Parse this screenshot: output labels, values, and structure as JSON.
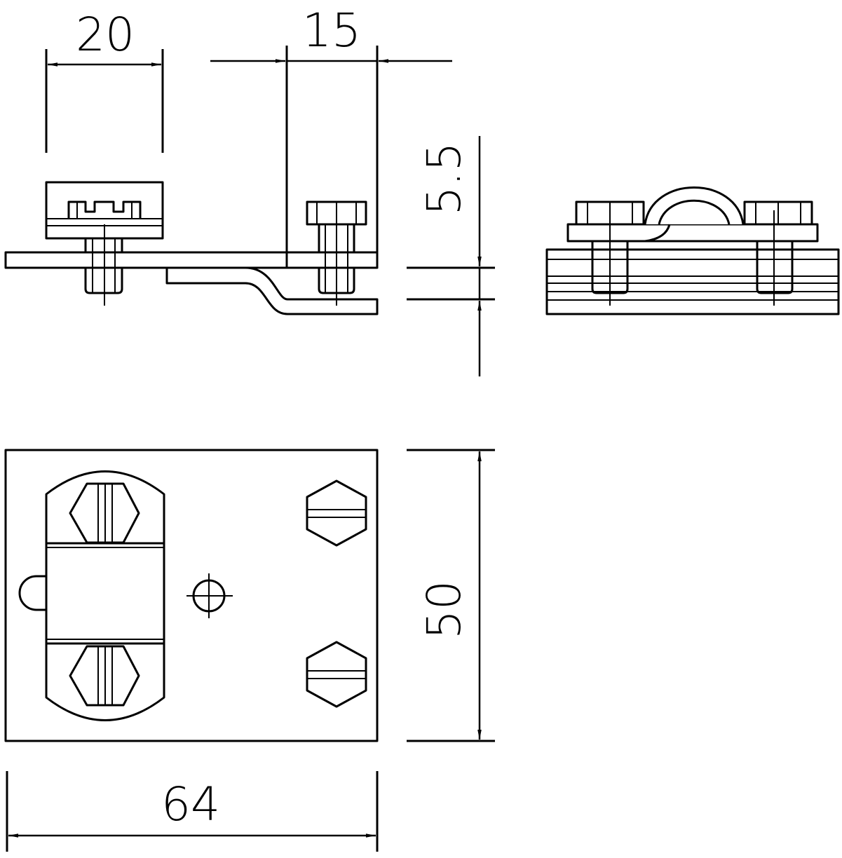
{
  "drawing": {
    "dimensions": {
      "width_clamp": "20",
      "offset": "15",
      "thickness": "5.5",
      "height": "50",
      "length": "64"
    },
    "colors": {
      "line": "#000000",
      "background": "#ffffff"
    }
  }
}
